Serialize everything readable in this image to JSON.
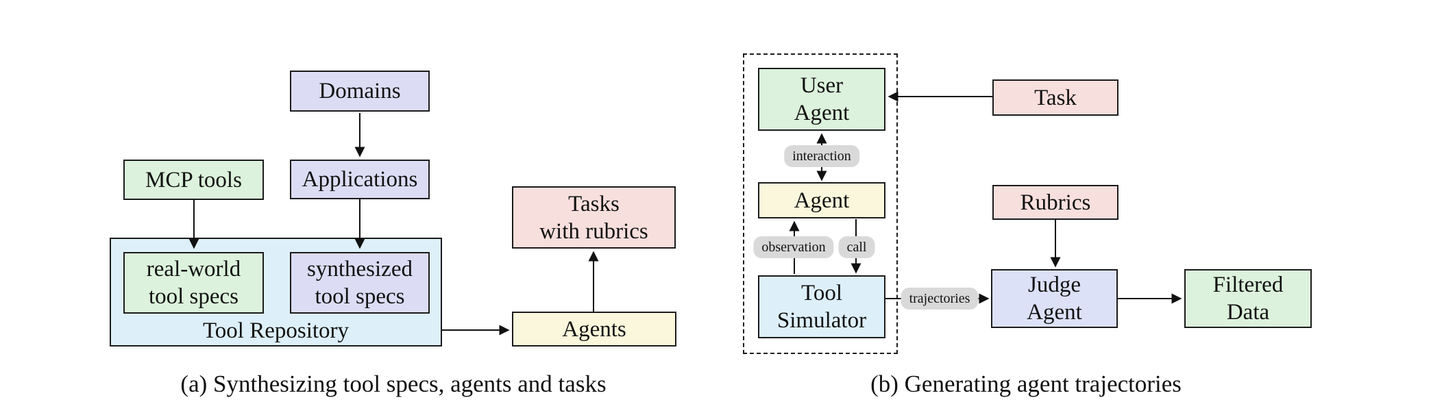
{
  "colors": {
    "green_fill": "#dcf2dc",
    "lavender_fill": "#dcdcf4",
    "cyan_fill": "#ddeff8",
    "pink_fill": "#f7dfdd",
    "yellow_fill": "#faf7dc",
    "periwinkle_fill": "#dde1f7",
    "edge_label_fill": "#d9d9d9",
    "border": "#1b1b1b"
  },
  "panel_a": {
    "caption": "(a) Synthesizing tool specs, agents and tasks",
    "nodes": {
      "domains": "Domains",
      "mcp_tools": "MCP tools",
      "applications": "Applications",
      "real_world_tool_specs": "real-world\ntool specs",
      "synthesized_tool_specs": "synthesized\ntool specs",
      "tool_repository": "Tool Repository",
      "tasks_with_rubrics": "Tasks\nwith rubrics",
      "agents": "Agents"
    }
  },
  "panel_b": {
    "caption": "(b) Generating agent trajectories",
    "nodes": {
      "user_agent": "User\nAgent",
      "task": "Task",
      "agent": "Agent",
      "tool_simulator": "Tool\nSimulator",
      "rubrics": "Rubrics",
      "judge_agent": "Judge\nAgent",
      "filtered_data": "Filtered\nData"
    },
    "edge_labels": {
      "interaction": "interaction",
      "observation": "observation",
      "call": "call",
      "trajectories": "trajectories"
    }
  }
}
